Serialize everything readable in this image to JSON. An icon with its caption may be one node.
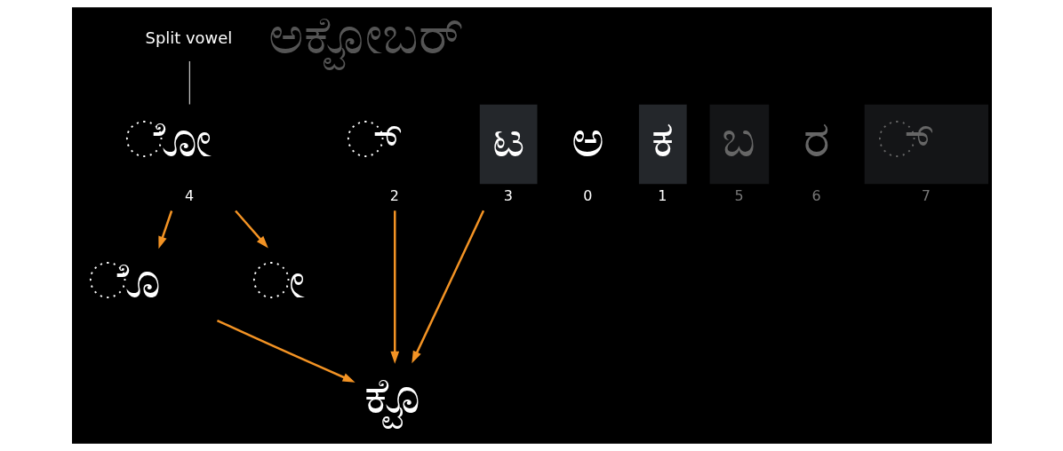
{
  "diagram": {
    "nodes": [
      {
        "text": [
          "Split vowel"
        ]
      },
      {
        "text": [
          "ಅ",
          "0"
        ]
      },
      {
        "text": [
          "ಕ",
          "1"
        ]
      },
      {
        "text": [
          "◌್",
          "2"
        ]
      },
      {
        "text": [
          "ಟ",
          "3"
        ]
      },
      {
        "text": [
          "◌ೋ",
          "4"
        ]
      },
      {
        "text": [
          "ಬ",
          "5"
        ]
      },
      {
        "text": [
          "ರ",
          "6"
        ]
      },
      {
        "text": [
          "◌್",
          "7"
        ]
      },
      {
        "text": [
          "ಕ್ಟೊ"
        ]
      },
      {
        "text": [
          "◌ೊ"
        ]
      },
      {
        "text": [
          "◌ೕ"
        ]
      }
    ],
    "edges": [
      {
        "from": 0,
        "to": 5,
        "arrow": "none",
        "color": "#cccccc"
      },
      {
        "from": 3,
        "to": 9,
        "arrow": "to"
      },
      {
        "from": 4,
        "to": 9,
        "arrow": "to"
      },
      {
        "from": 5,
        "to": 10,
        "arrow": "to"
      },
      {
        "from": 5,
        "to": 11,
        "arrow": "to"
      },
      {
        "from": 10,
        "to": 9,
        "arrow": "to"
      }
    ],
    "labels": [
      "ಅಕ್ಟೋಬರ್"
    ]
  }
}
